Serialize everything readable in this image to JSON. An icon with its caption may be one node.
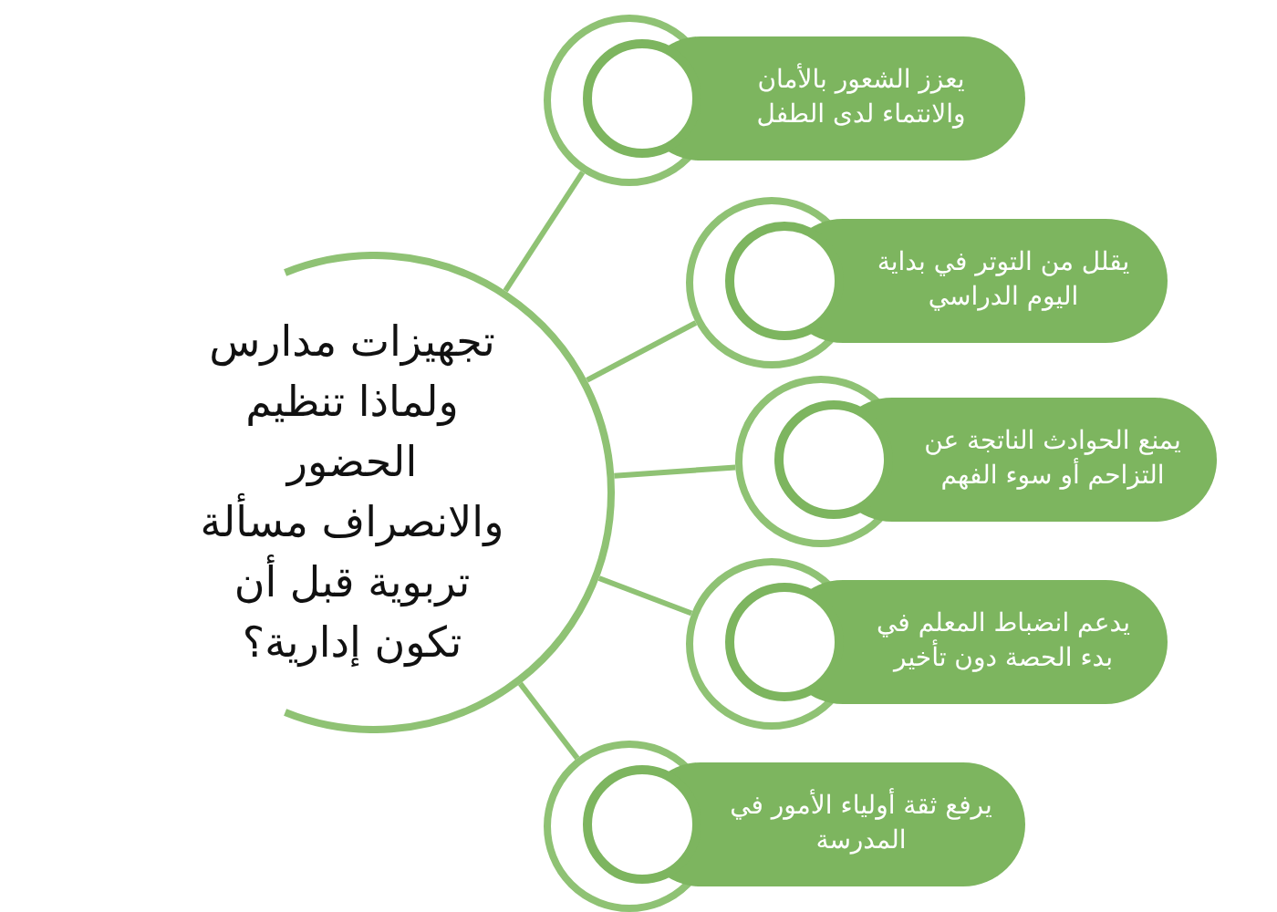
{
  "diagram": {
    "nodes": [
      {
        "text": [
          "تجهيزات مدارس ولماذا تنظيم الحضور والانصراف مسألة تربوية قبل أن تكون إدارية؟"
        ]
      },
      {
        "text": [
          "يعزز الشعور بالأمان والانتماء لدى الطفل"
        ]
      },
      {
        "text": [
          "يقلل من التوتر في بداية اليوم الدراسي"
        ]
      },
      {
        "text": [
          "يمنع الحوادث الناتجة عن التزاحم أو سوء الفهم"
        ]
      },
      {
        "text": [
          "يدعم انضباط المعلم في بدء الحصة دون تأخير"
        ]
      },
      {
        "text": [
          "يرفع ثقة أولياء الأمور في المدرسة"
        ]
      }
    ],
    "edges": [
      {
        "from": 0,
        "to": 1,
        "arrow": "none"
      },
      {
        "from": 0,
        "to": 2,
        "arrow": "none"
      },
      {
        "from": 0,
        "to": 3,
        "arrow": "none"
      },
      {
        "from": 0,
        "to": 4,
        "arrow": "none"
      },
      {
        "from": 0,
        "to": 5,
        "arrow": "none"
      }
    ]
  }
}
